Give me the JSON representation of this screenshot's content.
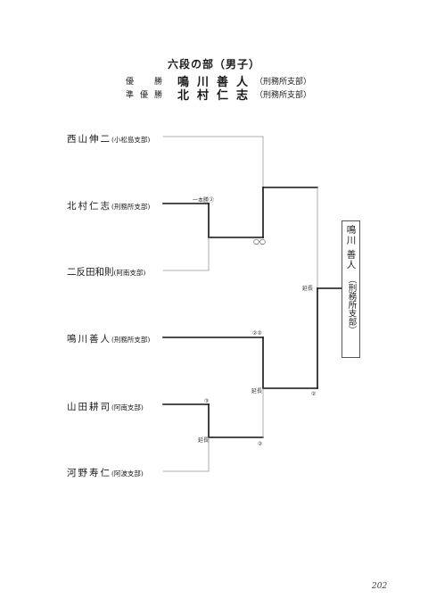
{
  "title": "六段の部（男子）",
  "results": {
    "winner": {
      "label": "優　勝",
      "name": "鳴川善人",
      "branch": "（刑務所支部）"
    },
    "runner_up": {
      "label": "準優勝",
      "name": "北村仁志",
      "branch": "（刑務所支部）"
    }
  },
  "players": [
    {
      "name": "西山伸二",
      "branch": "(小松島支部)"
    },
    {
      "name": "北村仁志",
      "branch": "(刑務所支部)"
    },
    {
      "name": "二反田和則",
      "branch": "(阿南支部)"
    },
    {
      "name": "鳴川善人",
      "branch": "(刑務所支部)"
    },
    {
      "name": "山田耕司",
      "branch": "(阿南支部)"
    },
    {
      "name": "河野寿仁",
      "branch": "(阿波支部)"
    }
  ],
  "annotations": {
    "ippon": "一本勝②",
    "maru_maru": "○○",
    "num_1": "②②",
    "enchou_1": "延長",
    "enchou_2": "延長",
    "enchou_3": "延長",
    "small_3": "③",
    "small_2a": "②",
    "small_2b": "②"
  },
  "champion": {
    "name": "鳴川 善人",
    "branch": "（刑務所支部）"
  },
  "page_number": "202"
}
